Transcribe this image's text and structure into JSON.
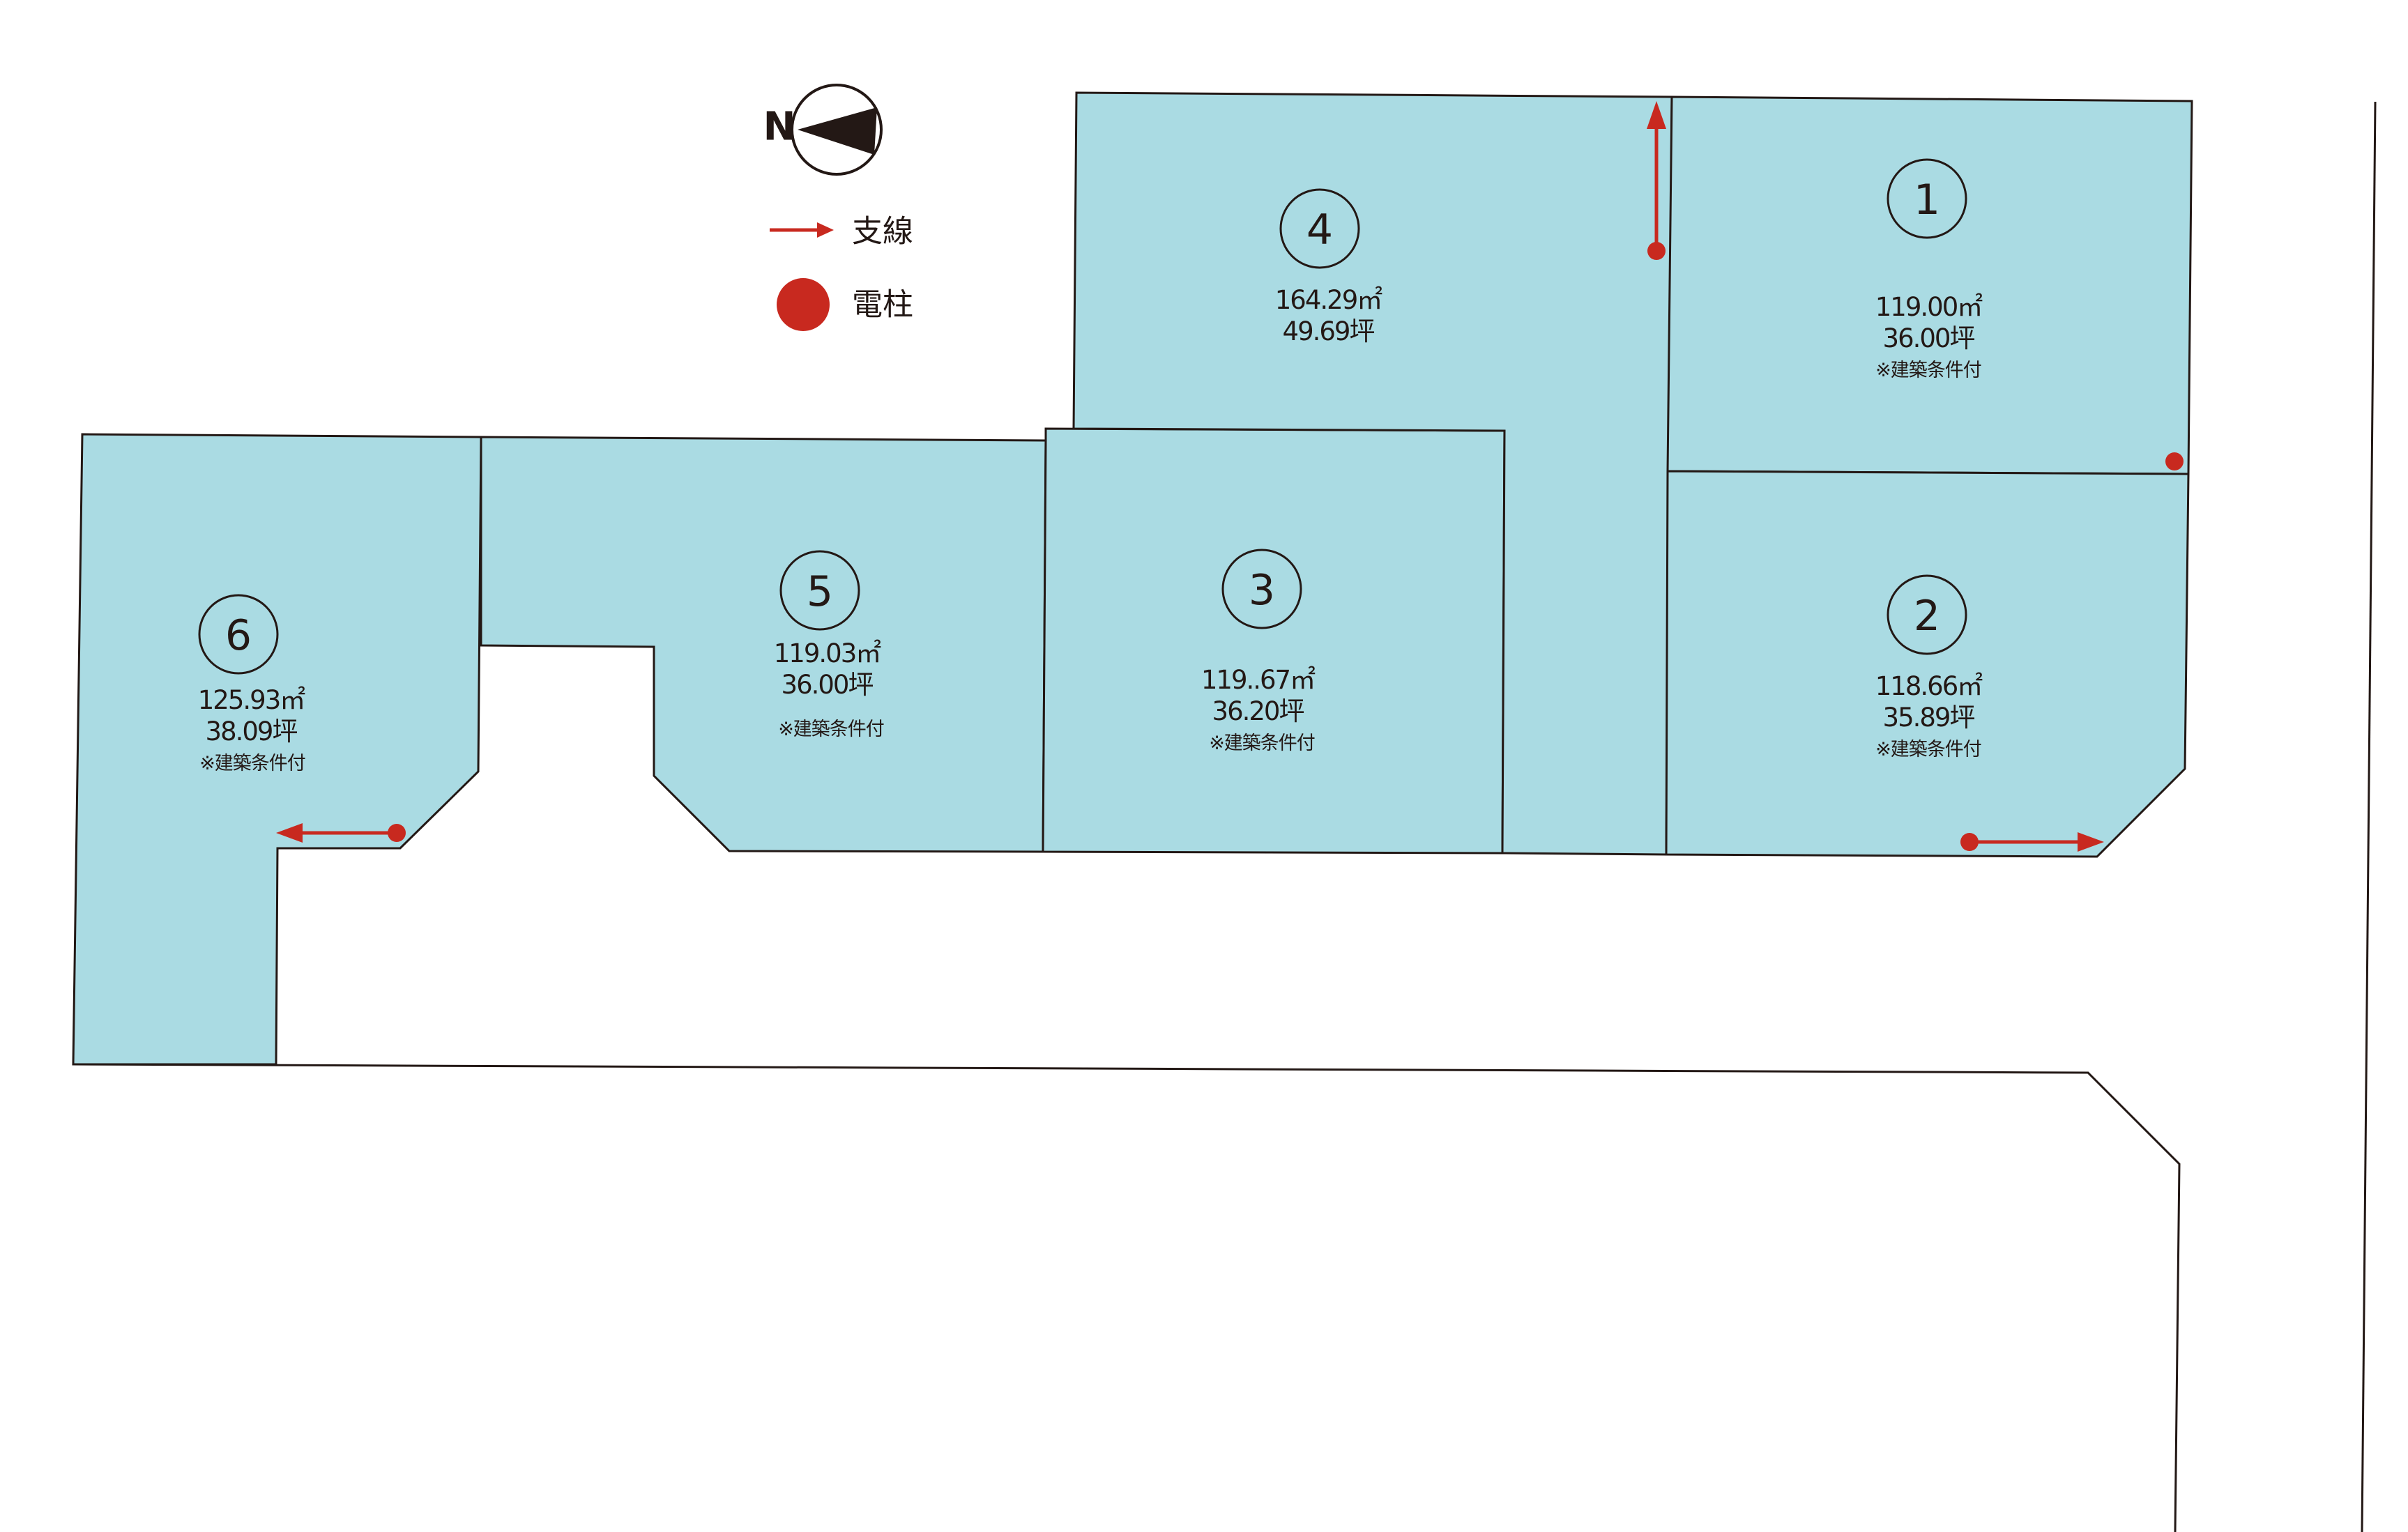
{
  "legend": {
    "north_label": "N",
    "guy_wire_label": "支線",
    "pole_label": "電柱"
  },
  "colors": {
    "lot_fill": "#aadbe3",
    "outline": "#231815",
    "marker_red": "#c8291f"
  },
  "lots": [
    {
      "id": "1",
      "number": "1",
      "area_m2": "119.00㎡",
      "area_tsubo": "36.00坪",
      "note": "※建築条件付"
    },
    {
      "id": "2",
      "number": "2",
      "area_m2": "118.66㎡",
      "area_tsubo": "35.89坪",
      "note": "※建築条件付"
    },
    {
      "id": "3",
      "number": "3",
      "area_m2": "119..67㎡",
      "area_tsubo": "36.20坪",
      "note": "※建築条件付"
    },
    {
      "id": "4",
      "number": "4",
      "area_m2": "164.29㎡",
      "area_tsubo": "49.69坪",
      "note": ""
    },
    {
      "id": "5",
      "number": "5",
      "area_m2": "119.03㎡",
      "area_tsubo": "36.00坪",
      "note": "※建築条件付"
    },
    {
      "id": "6",
      "number": "6",
      "area_m2": "125.93㎡",
      "area_tsubo": "38.09坪",
      "note": "※建築条件付"
    }
  ],
  "icons": {
    "north": "north-arrow-icon",
    "guy_wire": "red-arrow-icon",
    "pole": "red-dot-icon"
  }
}
